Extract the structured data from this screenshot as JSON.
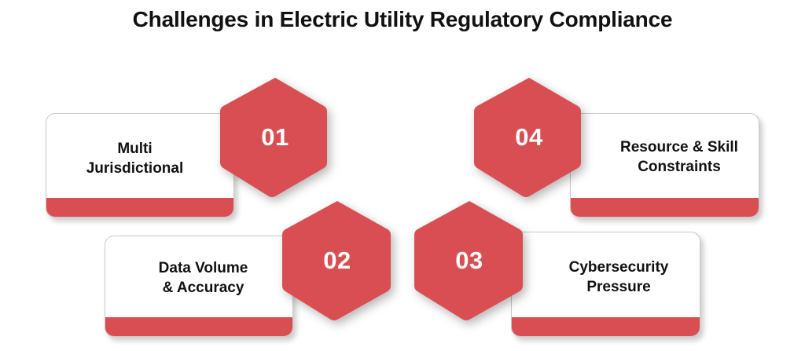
{
  "header": {
    "title": "Challenges in Electric Utility Regulatory Compliance"
  },
  "theme": {
    "accent_red": "#d94e52",
    "card_background": "#ffffff",
    "card_border": "#c9c9c9",
    "text_color": "#111111",
    "number_color": "#ffffff",
    "page_background": "#ffffff"
  },
  "items": [
    {
      "number": "01",
      "label": "Multi\nJurisdictional",
      "hexagon_side": "right"
    },
    {
      "number": "02",
      "label": "Data Volume\n& Accuracy",
      "hexagon_side": "right"
    },
    {
      "number": "03",
      "label": "Cybersecurity\nPressure",
      "hexagon_side": "left"
    },
    {
      "number": "04",
      "label": "Resource & Skill\nConstraints",
      "hexagon_side": "left"
    }
  ]
}
